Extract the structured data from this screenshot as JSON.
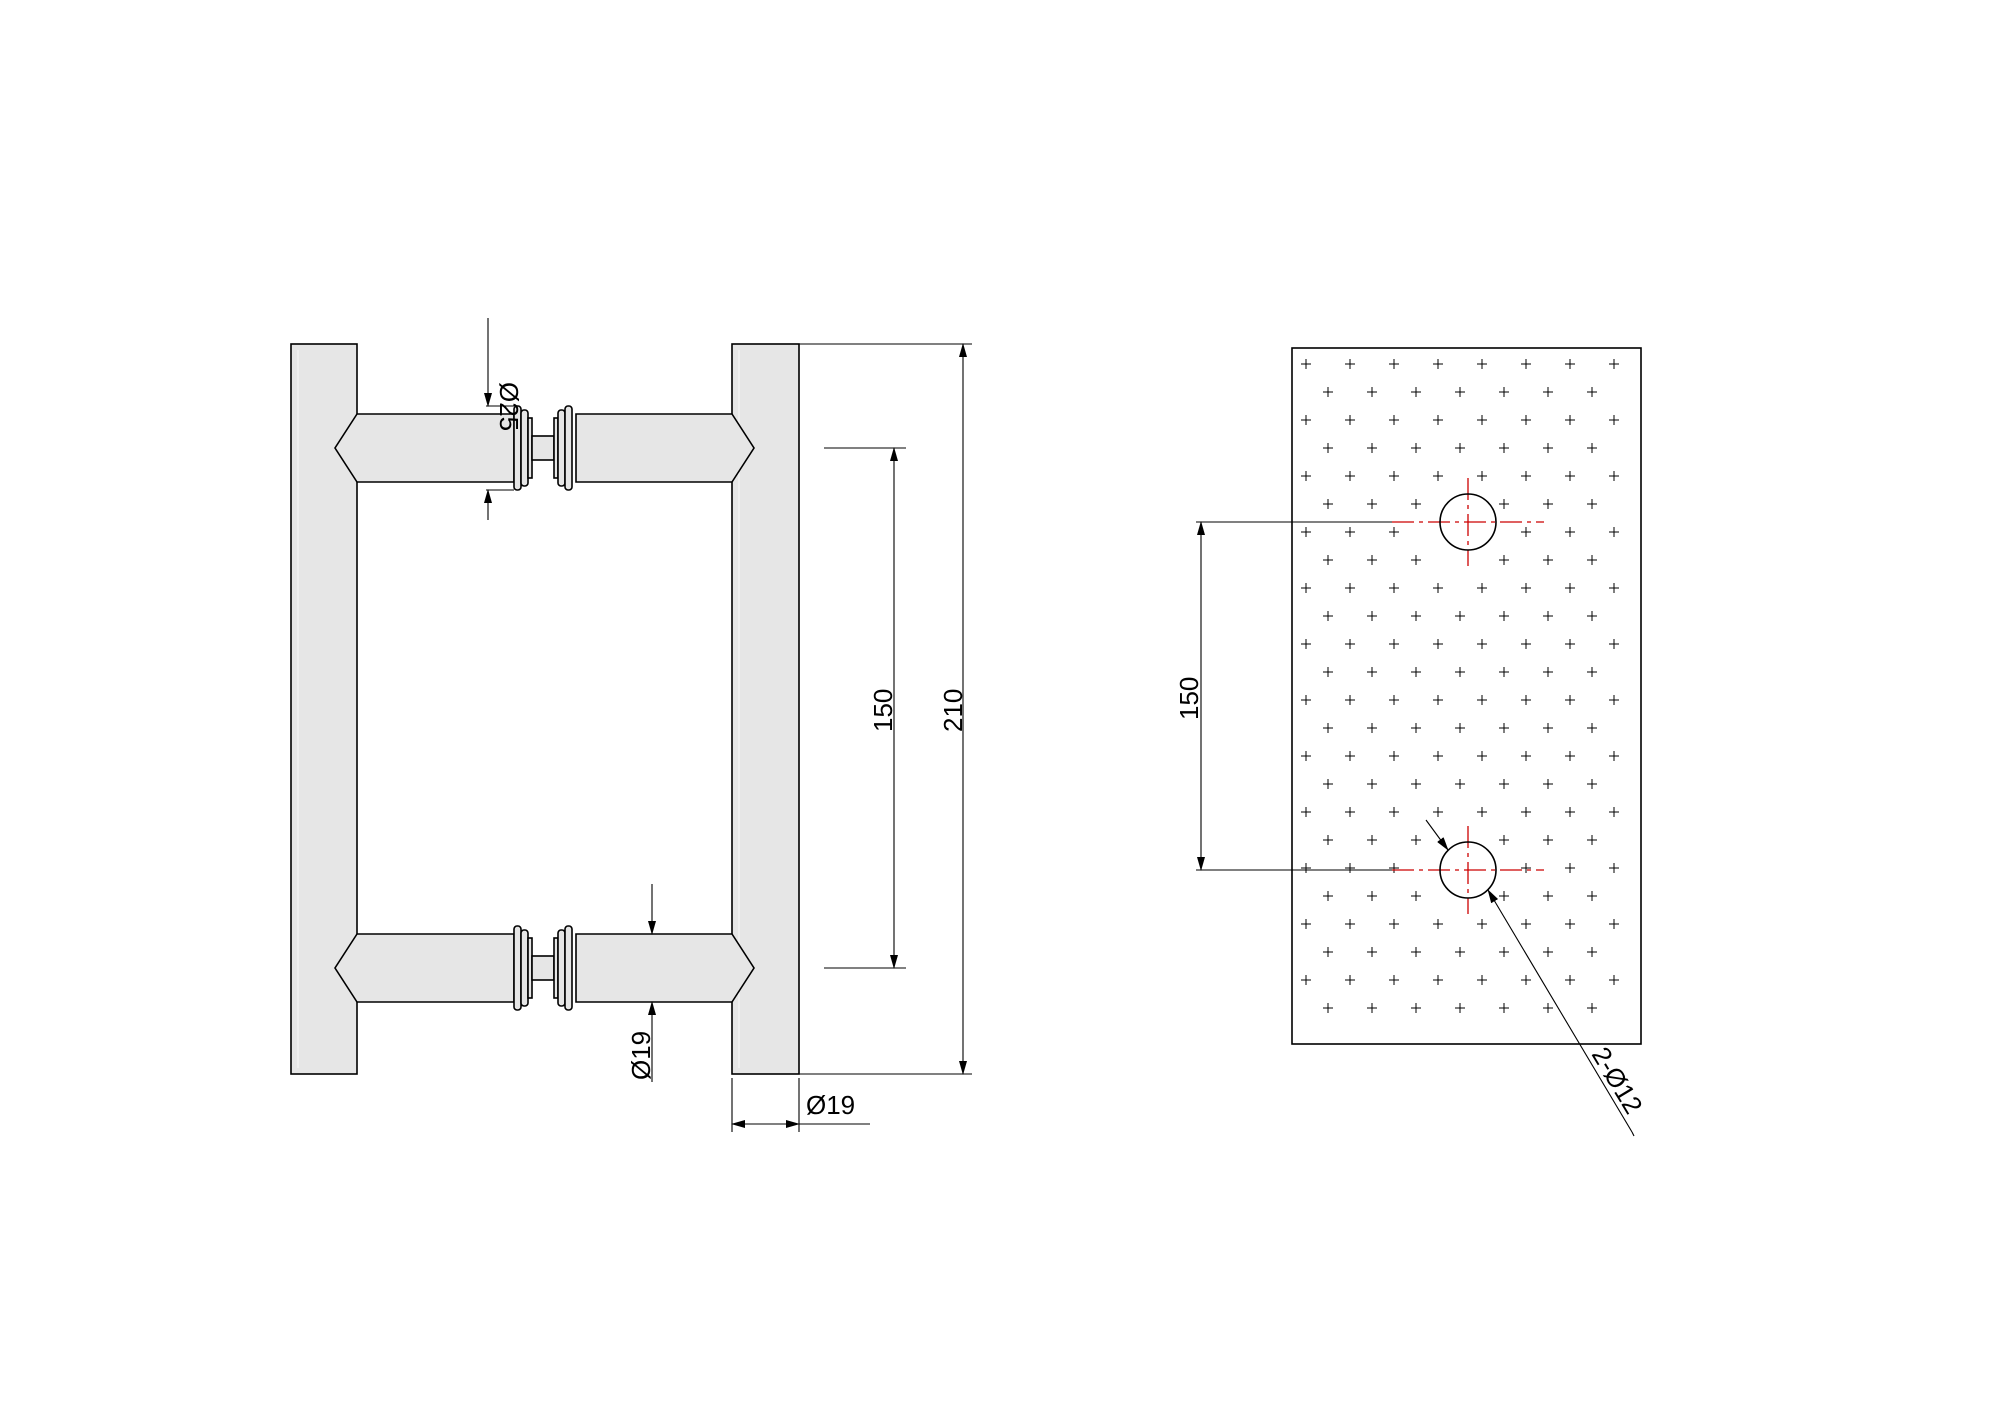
{
  "colors": {
    "stroke": "#000000",
    "part_fill": "#e6e6e6",
    "centerline": "#cc0000"
  },
  "front_view": {
    "dim_collar_diameter": "Ø25",
    "dim_bar_diameter": "Ø19",
    "dim_post_diameter": "Ø19",
    "dim_center_distance": "150",
    "dim_overall_length": "210"
  },
  "hole_plan": {
    "dim_center_distance": "150",
    "dim_hole_spec": "2-Ø12",
    "hole_count": 2
  }
}
